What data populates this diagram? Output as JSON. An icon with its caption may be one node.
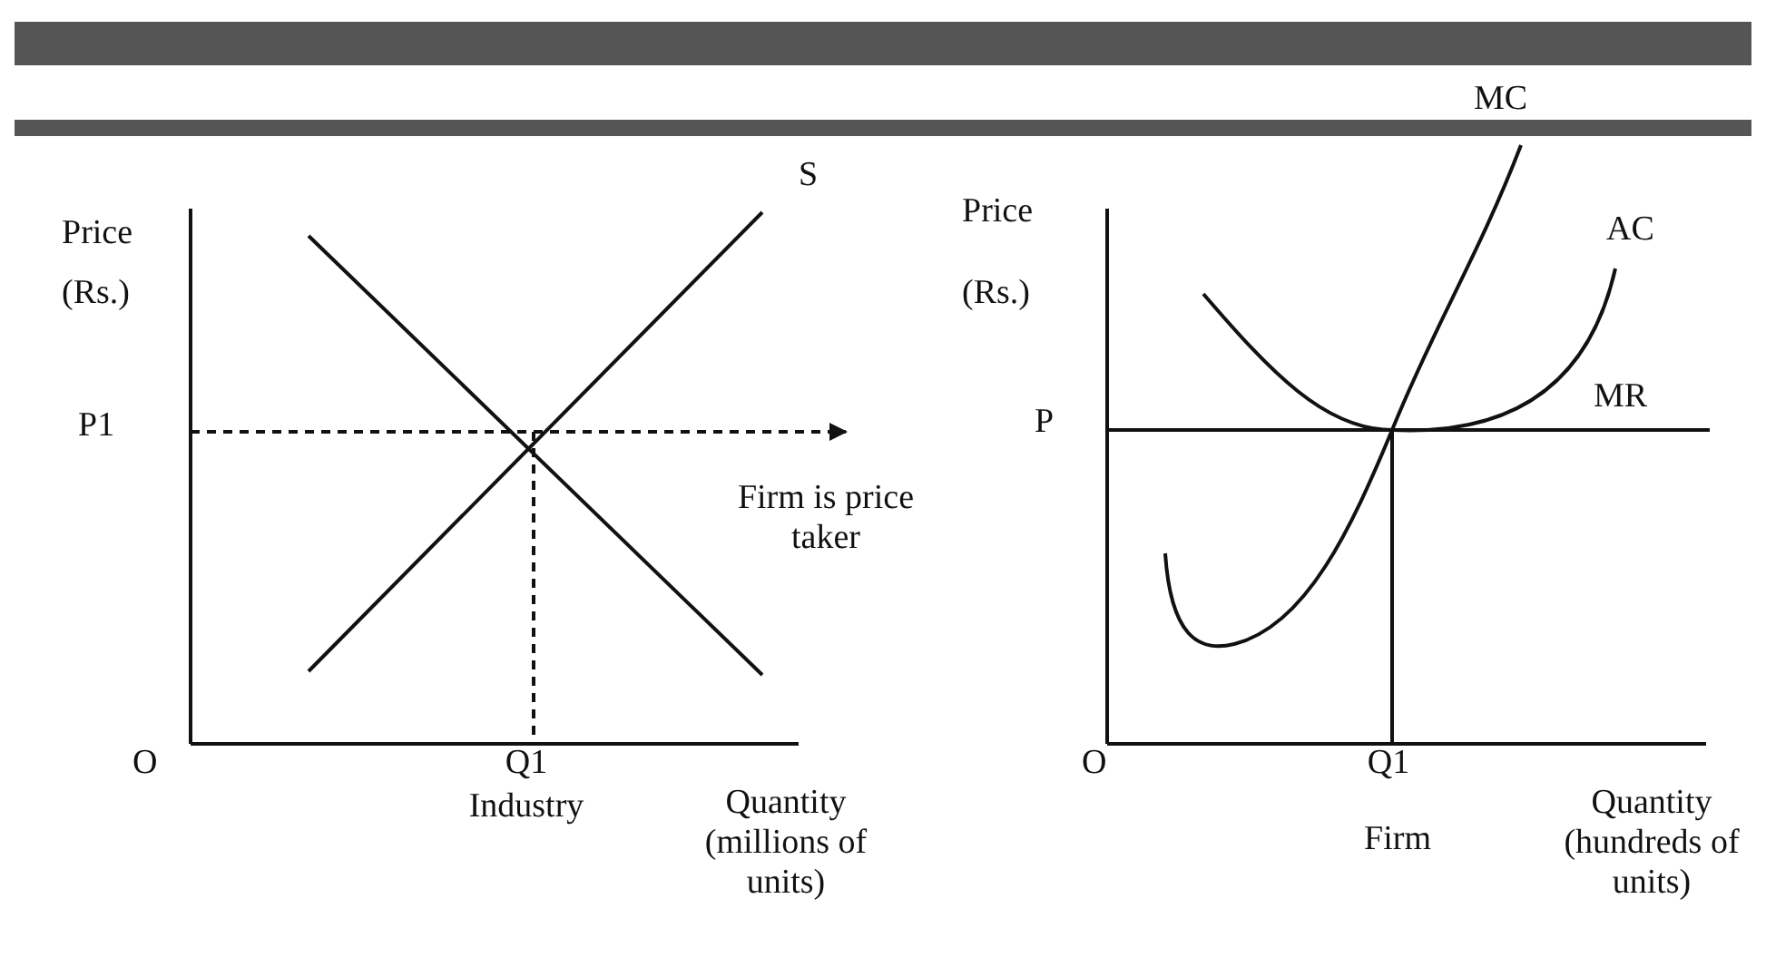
{
  "diagram": {
    "labels": [
      "MC",
      "S",
      "Price",
      "(Rs.)",
      "Price",
      "(Rs.)",
      "AC",
      "P1",
      "P",
      "MR",
      "Firm is price taker",
      "O",
      "Q1",
      "Industry",
      "Quantity (millions of units)",
      "O",
      "Q1",
      "Quantity (hundreds of units)",
      "Firm"
    ]
  }
}
